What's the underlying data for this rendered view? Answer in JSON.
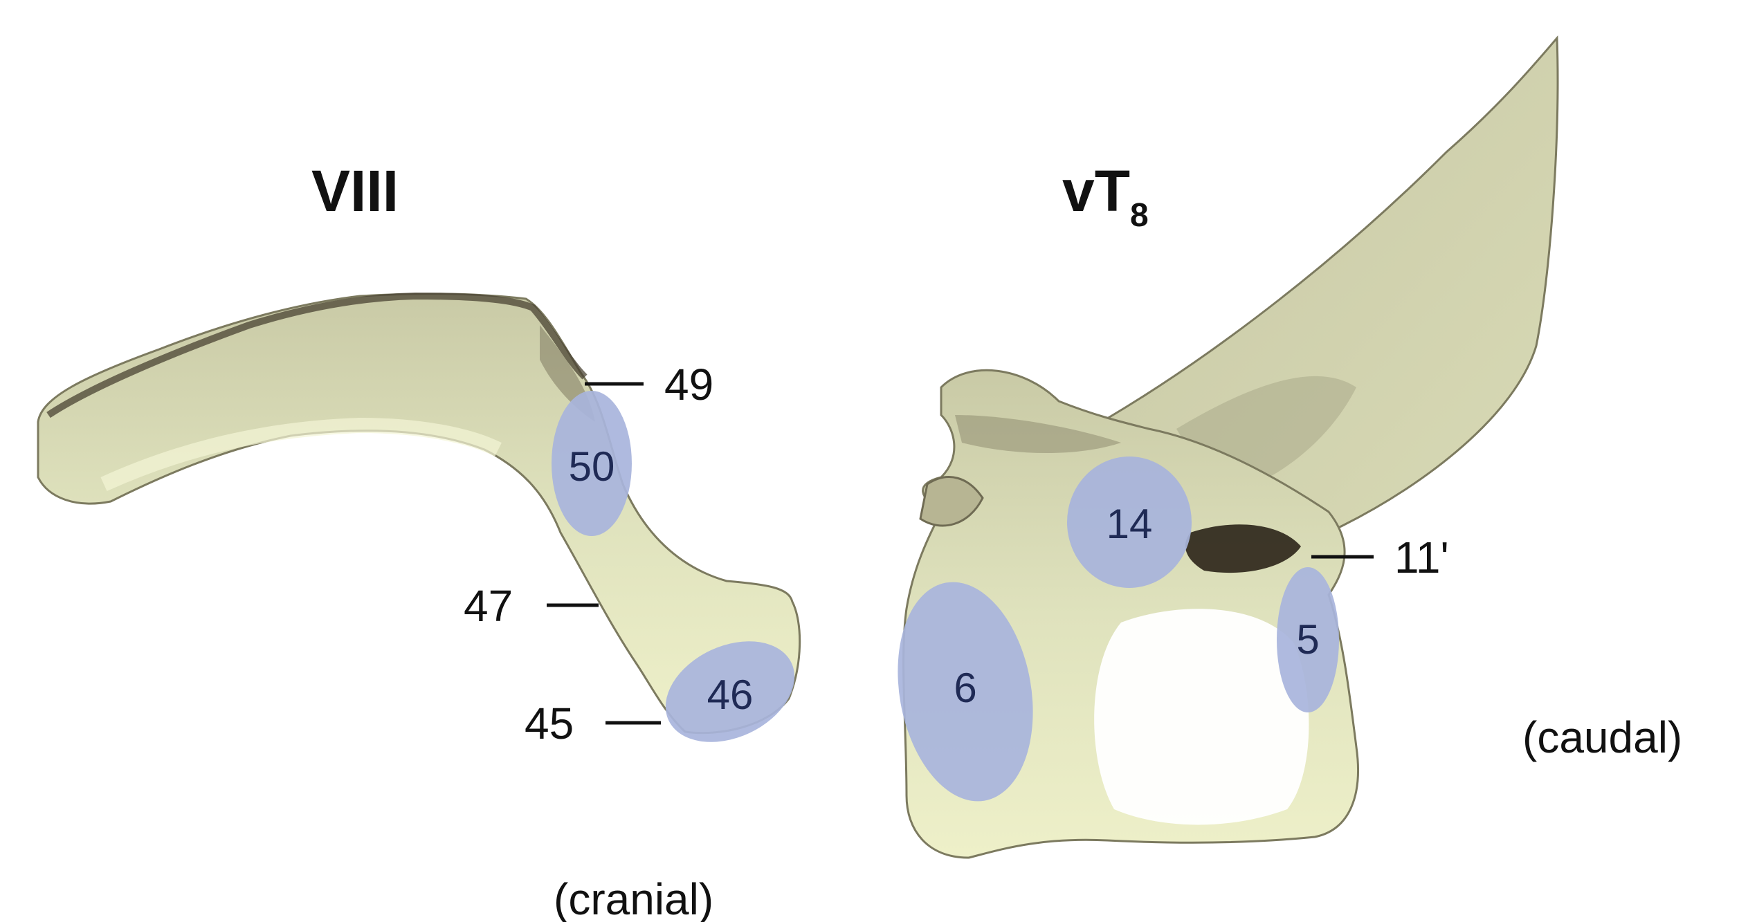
{
  "left_specimen": {
    "title": "VIII",
    "facets": [
      "50",
      "46"
    ],
    "labels": [
      "49",
      "47",
      "45"
    ],
    "orientation": "(cranial)"
  },
  "right_specimen": {
    "title_main": "vT",
    "title_sub": "8",
    "facets": [
      "14",
      "6",
      "5"
    ],
    "labels": [
      "11'"
    ],
    "orientation": "(caudal)"
  },
  "colors": {
    "bone": "#d9dcb4",
    "bone_shadow": "#8f8c6e",
    "bone_dark": "#3f3a2c",
    "facet": "#a8b4dc"
  }
}
